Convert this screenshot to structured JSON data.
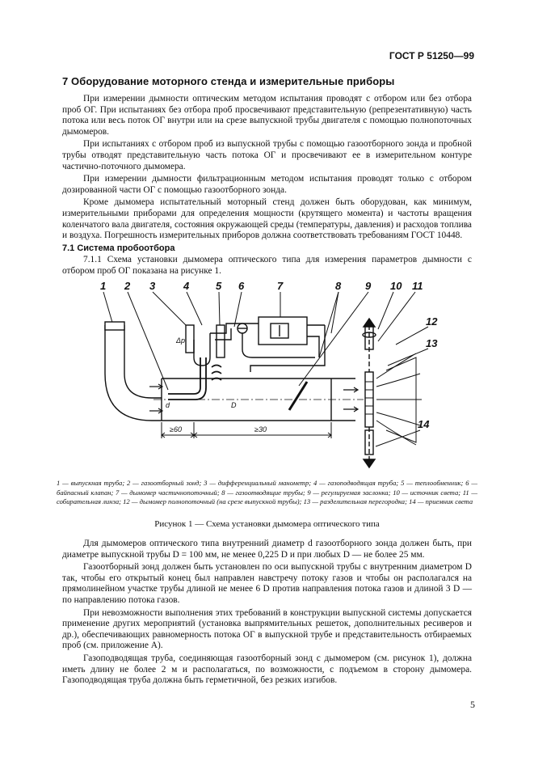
{
  "header": {
    "doc_id": "ГОСТ Р 51250—99"
  },
  "section": {
    "title": "7 Оборудование моторного стенда и измерительные приборы"
  },
  "paragraphs_top": [
    "При измерении дымности оптическим методом испытания проводят с отбором или без отбора проб ОГ. При испытаниях без отбора проб просвечивают представительную (репрезентативную) часть потока или весь поток ОГ внутри или на срезе выпускной трубы двигателя с помощью полнопоточных дымомеров.",
    "При испытаниях с отбором проб из выпускной трубы с помощью газоотборного зонда и пробной трубы отводят представительную часть потока ОГ и просвечивают ее в измерительном контуре частично-поточного дымомера.",
    "При измерении дымности фильтрационным методом испытания проводят только с отбором дозированной части ОГ с помощью газоотборного зонда.",
    "Кроме дымомера испытательный моторный стенд должен быть оборудован, как минимум, измерительными приборами для определения мощности (крутящего момента) и частоты вращения коленчатого вала двигателя, состояния окружающей среды (температуры, давления) и расходов топлива и воздуха. Погрешность измерительных приборов должна соответствовать требованиям ГОСТ 10448."
  ],
  "subsection": {
    "title": "7.1 Система пробоотбора",
    "paragraph": "7.1.1 Схема установки дымомера оптического типа для измерения параметров дымности с отбором проб ОГ показана на рисунке 1."
  },
  "figure": {
    "numbers": [
      "1",
      "2",
      "3",
      "4",
      "5",
      "6",
      "7",
      "8",
      "9",
      "10",
      "11",
      "12",
      "13",
      "14"
    ],
    "dim_left": "≥60",
    "dim_right": "≥30",
    "label_d": "d",
    "label_D": "D",
    "label_dp": "Δp",
    "caption": "1 — выпускная труба; 2 — газоотборный зонд; 3 — дифференциальный манометр; 4 — газоподводящая труба; 5 — теплообменник; 6 — байпасный клапан; 7 — дымомер частичнопоточный; 8 — газоотводящие трубы; 9 — регулируемая заслонка; 10 — источник света; 11 — собирательная линза; 12 — дымомер полнопоточный (на срезе выпускной трубы); 13 — разделительная перегородка; 14 — приемник света",
    "title": "Рисунок 1 — Схема установки дымомера оптического типа"
  },
  "paragraphs_bottom": [
    "Для дымомеров оптического типа внутренний диаметр d газоотборного зонда должен быть, при диаметре выпускной трубы D = 100 мм, не менее 0,225 D и при любых D — не более 25 мм.",
    "Газоотборный зонд должен быть установлен по оси выпускной трубы с внутренним диаметром D так, чтобы его открытый конец был направлен навстречу потоку газов и чтобы он располагался на прямолинейном участке трубы длиной не менее 6 D против направления потока газов и длиной 3 D — по направлению потока газов.",
    "При невозможности выполнения этих требований в конструкции выпускной системы допускается применение других мероприятий (установка выпрямительных решеток, дополнительных ресиверов и др.), обеспечивающих равномерность потока ОГ в выпускной трубе и представительность отбираемых проб (см. приложение А).",
    "Газоподводящая труба, соединяющая газоотборный зонд с дымомером (см. рисунок 1), должна иметь длину не более 2 м и располагаться, по возможности, с подъемом в сторону дымомера. Газоподводящая труба должна быть герметичной, без резких изгибов."
  ],
  "page_number": "5"
}
